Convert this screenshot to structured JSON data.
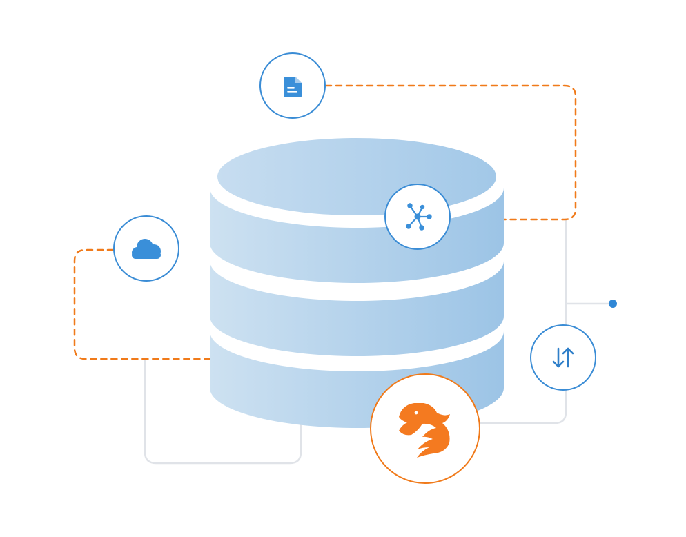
{
  "diagram": {
    "colors": {
      "background": "#ffffff",
      "accent_orange": "#f07a1a",
      "accent_blue": "#2f87d6",
      "icon_blue": "#3a8fd9",
      "node_stroke_blue": "#3a8cd5",
      "connector_gray": "#e0e3e8",
      "db_light": "#c9dff0",
      "db_mid": "#b0d0ea",
      "db_dark": "#9cc4e6"
    },
    "nodes": [
      {
        "id": "document",
        "icon": "document-icon"
      },
      {
        "id": "network",
        "icon": "network-graph-icon"
      },
      {
        "id": "cloud",
        "icon": "cloud-icon"
      },
      {
        "id": "sync",
        "icon": "up-down-arrows-icon"
      },
      {
        "id": "brand",
        "icon": "tiger-logo-icon"
      }
    ],
    "center": {
      "icon": "database-icon"
    }
  }
}
